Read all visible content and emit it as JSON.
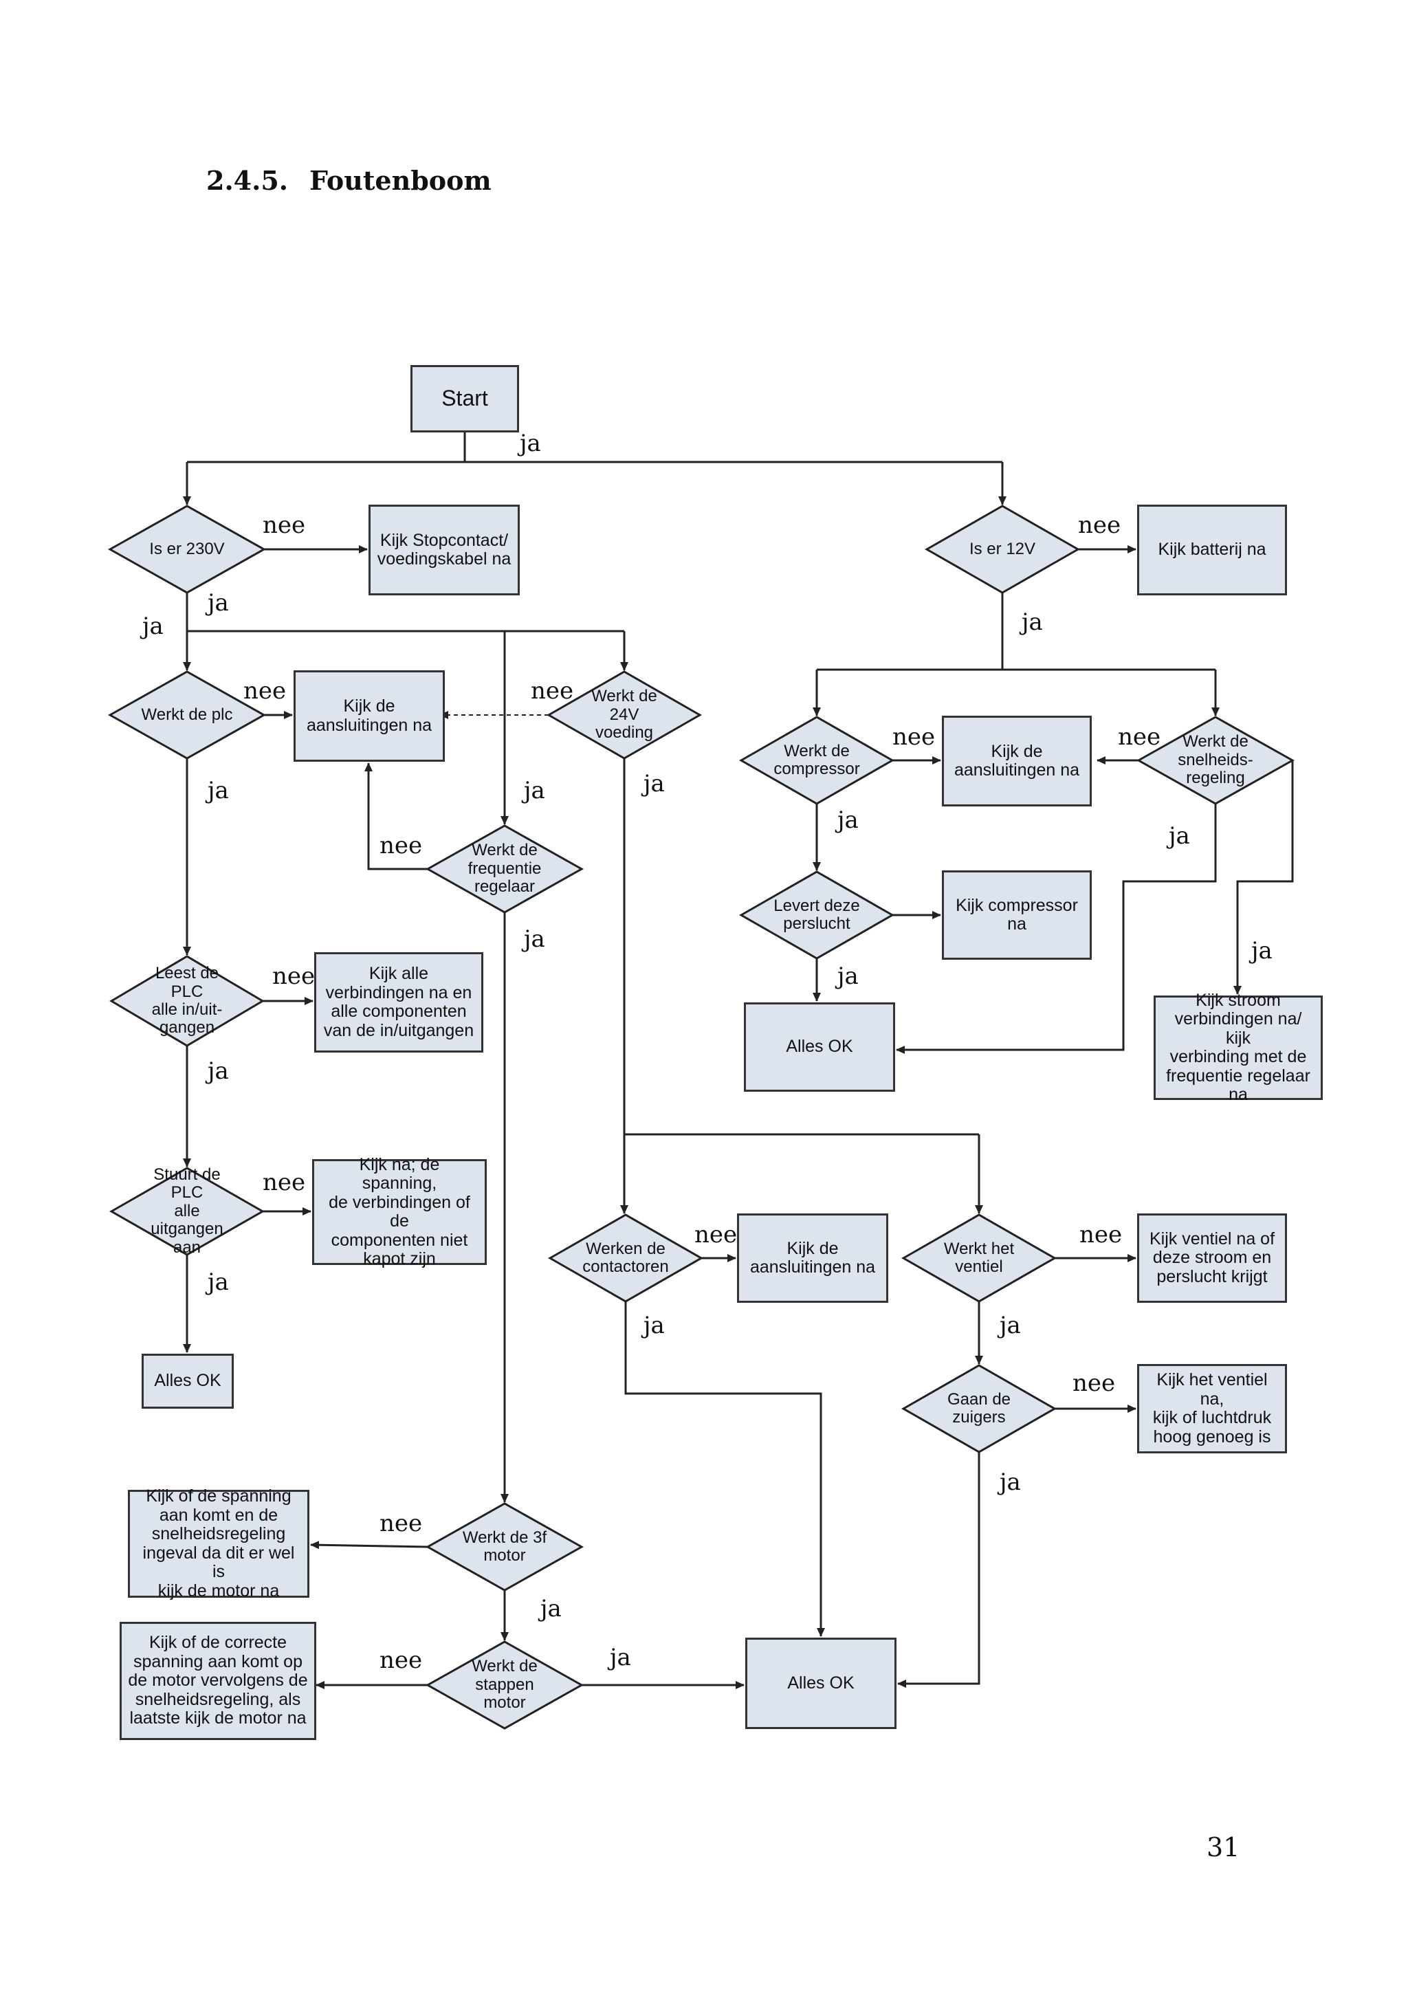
{
  "heading": {
    "number": "2.4.5.",
    "title": "Foutenboom"
  },
  "page_number": "31",
  "flowchart": {
    "start": "Start",
    "is_230v": "Is er 230V",
    "check_socket": "Kijk Stopcontact/\nvoedingskabel na",
    "is_12v": "Is er 12V",
    "check_battery": "Kijk batterij na",
    "plc_works": "Werkt de plc",
    "check_connections_1": "Kijk de\naansluitingen na",
    "supply_24v": "Werkt de 24V\nvoeding",
    "compressor_works": "Werkt de\ncompressor",
    "check_connections_2": "Kijk de\naansluitingen na",
    "speed_control_works": "Werkt de\nsnelheids-\nregeling",
    "freq_controller_works": "Werkt de\nfrequentie\nregelaar",
    "delivers_air": "Levert deze\nperslucht",
    "check_compressor": "Kijk compressor\nna",
    "plc_reads_io": "Leest de PLC\nalle in/uit-\ngangen",
    "check_all_connections": "Kijk alle\nverbindingen na en\nalle componenten\nvan de in/uitgangen",
    "all_ok_right": "Alles  OK",
    "check_power": "Kijk stroom\nverbindingen na/ kijk\nverbinding met de\nfrequentie regelaar\nna",
    "plc_drives_outputs": "Stuurt de PLC\nalle uitgangen\naan",
    "check_voltage": "Kijk na; de spanning,\nde verbindingen of de\ncomponenten niet\nkapot zijn",
    "contactors_work": "Werken de\ncontactoren",
    "check_connections_3": "Kijk de\naansluitingen na",
    "valve_works": "Werkt het\nventiel",
    "check_valve_power": "Kijk ventiel na of\ndeze stroom en\nperslucht krijgt",
    "all_ok_left": "Alles OK",
    "pistons_move": "Gaan de\nzuigers",
    "check_valve_pressure": "Kijk het ventiel na,\nkijk of luchtdruk\nhoog genoeg is",
    "check_voltage_speed": "Kijk of de spanning\naan komt en de\nsnelheidsregeling\ningeval da dit er wel is\nkijk de motor na",
    "motor_3f_works": "Werkt de 3f\nmotor",
    "check_correct_voltage": "Kijk of de correcte\nspanning aan komt op\nde motor vervolgens de\nsnelheidsregeling, als\nlaatste kijk de motor na",
    "stepper_works": "Werkt de\nstappen motor",
    "all_ok_bottom": "Alles OK"
  },
  "edge_labels": {
    "yes": "ja",
    "no": "nee"
  }
}
